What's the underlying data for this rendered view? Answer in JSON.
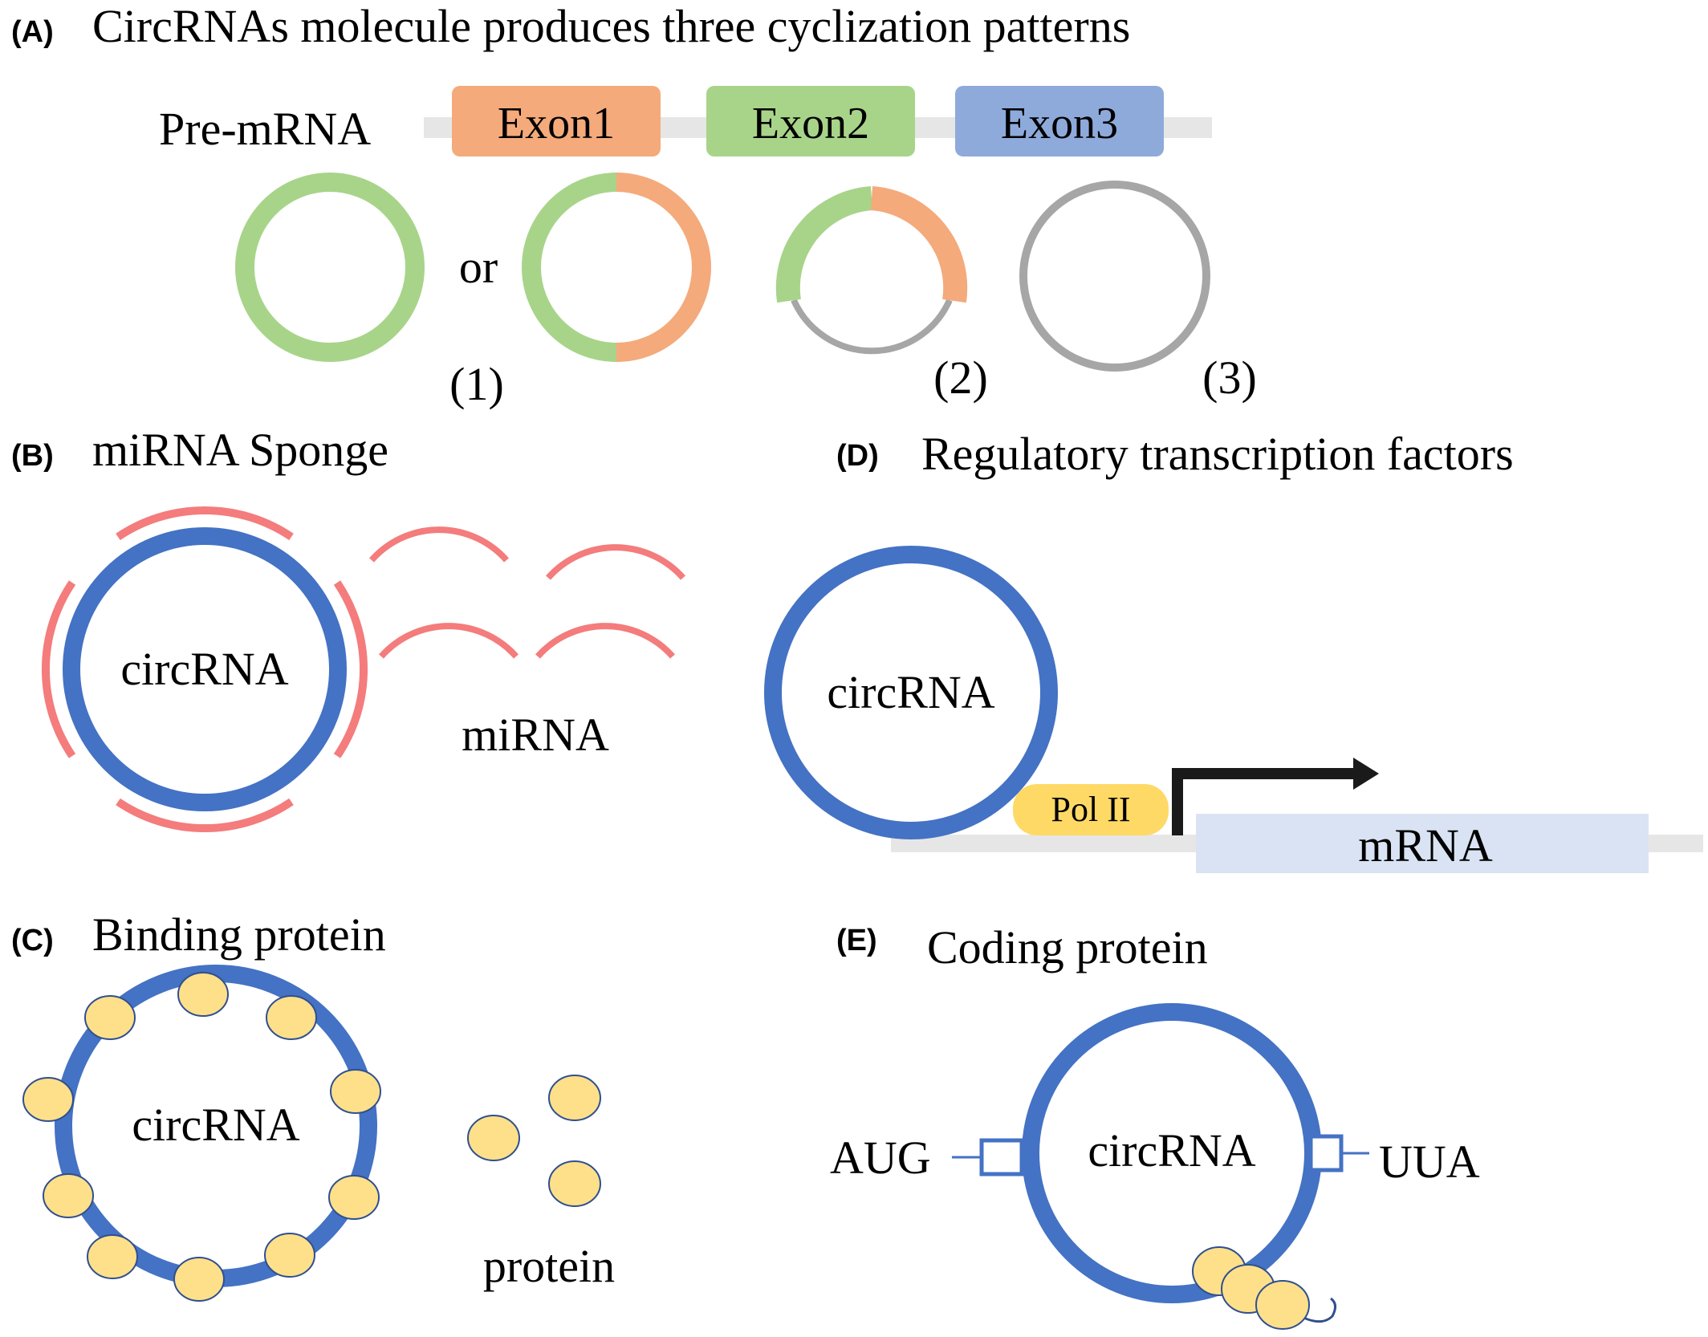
{
  "colors": {
    "exon1": "#f4aa7b",
    "exon2": "#a8d48a",
    "exon3": "#8eaadb",
    "backbone": "#e6e6e6",
    "circ_gray": "#a6a6a6",
    "circ_blue": "#4472c4",
    "mirna_pink": "#f47c7c",
    "protein_yellow": "#ffe08a",
    "protein_stroke": "#2f4f8f",
    "polii_yellow": "#ffd966",
    "mrna_box": "#dae3f3",
    "arrow_black": "#1a1a1a"
  },
  "panelA": {
    "letter": "(A)",
    "title": "CircRNAs molecule produces three cyclization patterns",
    "premrna_label": "Pre-mRNA",
    "exons": [
      "Exon1",
      "Exon2",
      "Exon3"
    ],
    "or_label": "or",
    "pattern_labels": [
      "(1)",
      "(2)",
      "(3)"
    ]
  },
  "panelB": {
    "letter": "(B)",
    "title": "miRNA Sponge",
    "circ_label": "circRNA",
    "mirna_label": "miRNA"
  },
  "panelC": {
    "letter": "(C)",
    "title": "Binding protein",
    "circ_label": "circRNA",
    "protein_label": "protein"
  },
  "panelD": {
    "letter": "(D)",
    "title": "Regulatory transcription factors",
    "circ_label": "circRNA",
    "polii_label": "Pol II",
    "mrna_label": "mRNA"
  },
  "panelE": {
    "letter": "(E)",
    "title": "Coding protein",
    "circ_label": "circRNA",
    "start_codon": "AUG",
    "stop_codon": "UUA"
  }
}
